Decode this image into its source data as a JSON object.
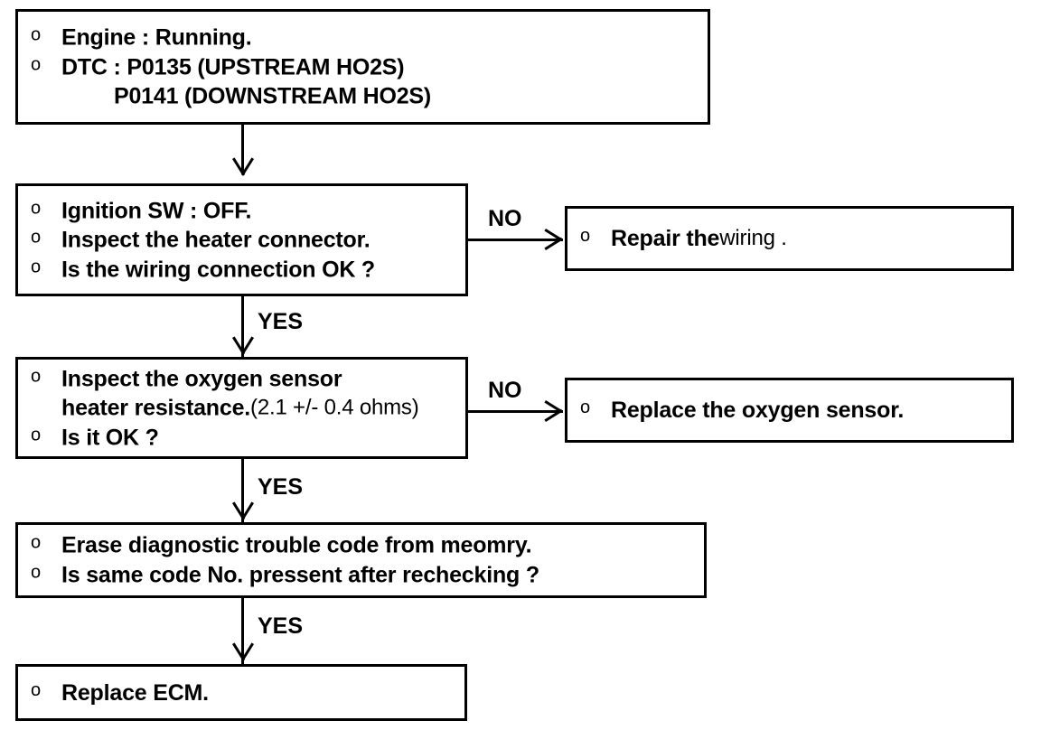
{
  "diagram": {
    "title": "Oxygen sensor heater diagnostic flowchart",
    "bullet": "o",
    "nodes": [
      {
        "id": "start",
        "name": "condition-box",
        "lines": [
          {
            "bullet": "o",
            "text": "Engine : Running."
          },
          {
            "bullet": "o",
            "text": "DTC : P0135 (UPSTREAM HO2S)"
          },
          {
            "bullet": "",
            "text": "P0141 (DOWNSTREAM HO2S)",
            "indent": true
          }
        ]
      },
      {
        "id": "check-connector",
        "name": "decision-box-wiring",
        "lines": [
          {
            "bullet": "o",
            "text": "Ignition SW : OFF."
          },
          {
            "bullet": "o",
            "text": "Inspect the heater connector."
          },
          {
            "bullet": "o",
            "text": "Is the wiring connection OK ?"
          }
        ]
      },
      {
        "id": "repair-wiring",
        "name": "action-box-repair-wiring",
        "lines": [
          {
            "bullet": "o",
            "text": "Repair the ",
            "light_text": "wiring ."
          }
        ]
      },
      {
        "id": "check-resistance",
        "name": "decision-box-resistance",
        "lines": [
          {
            "bullet": "o",
            "text": "Inspect the oxygen sensor"
          },
          {
            "bullet": "",
            "text": "heater resistance.",
            "light_text": "(2.1 +/- 0.4 ohms)",
            "cont": true
          },
          {
            "bullet": "o",
            "text": "Is it OK ?"
          }
        ]
      },
      {
        "id": "replace-sensor",
        "name": "action-box-replace-oxygen-sensor",
        "lines": [
          {
            "bullet": "o",
            "text": "Replace the oxygen sensor."
          }
        ]
      },
      {
        "id": "erase-code",
        "name": "decision-box-erase-code",
        "lines": [
          {
            "bullet": "o",
            "text": "Erase diagnostic trouble code from meomry."
          },
          {
            "bullet": "o",
            "text": "Is same code No. pressent after rechecking ?"
          }
        ]
      },
      {
        "id": "replace-ecm",
        "name": "action-box-replace-ecm",
        "lines": [
          {
            "bullet": "o",
            "text": "Replace ECM."
          }
        ]
      }
    ],
    "edges": [
      {
        "id": "e1",
        "label": ""
      },
      {
        "id": "e2",
        "label": "NO"
      },
      {
        "id": "e3",
        "label": "YES"
      },
      {
        "id": "e4",
        "label": "NO"
      },
      {
        "id": "e5",
        "label": "YES"
      },
      {
        "id": "e6",
        "label": "YES"
      }
    ],
    "colors": {
      "stroke": "#000000",
      "background": "#ffffff",
      "text": "#000000"
    }
  }
}
